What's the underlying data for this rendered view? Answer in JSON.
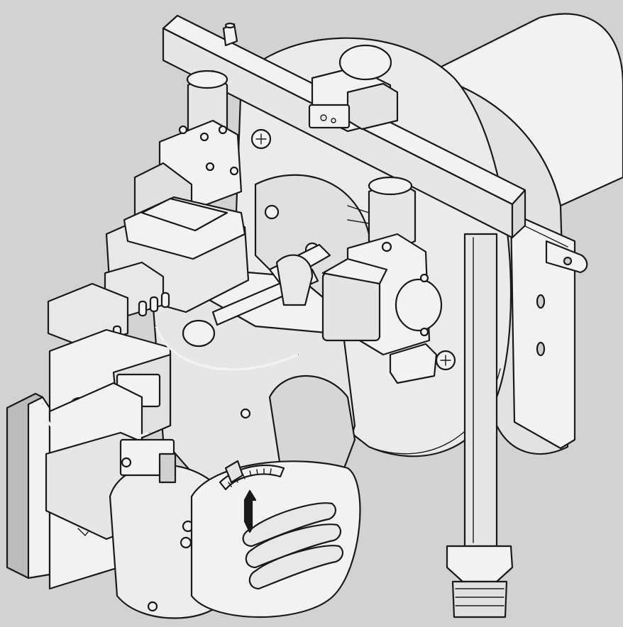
{
  "figure": {
    "kind": "isometric technical line drawing",
    "subject_icon": "gas-burner-assembly-icon",
    "colors": {
      "background": "#d2d2d2",
      "body_fill": "#f2f2f2",
      "mid_fill": "#e4e4e4",
      "shade_fill": "#c4c4c4",
      "dark_fill": "#b0b0b0",
      "outline": "#1a1a1a"
    },
    "parts": [
      "burner-housing",
      "blower-flange",
      "overhead-support-bar",
      "vertical-support-pipe",
      "gas-valve-left",
      "gas-valve-right",
      "solenoid-coil",
      "ignition-transformer",
      "control-relay-box",
      "wire-connectors",
      "blower-motor",
      "air-inlet-cover",
      "air-damper-scale",
      "mounting-plate",
      "pipe-fitting-nut"
    ]
  }
}
